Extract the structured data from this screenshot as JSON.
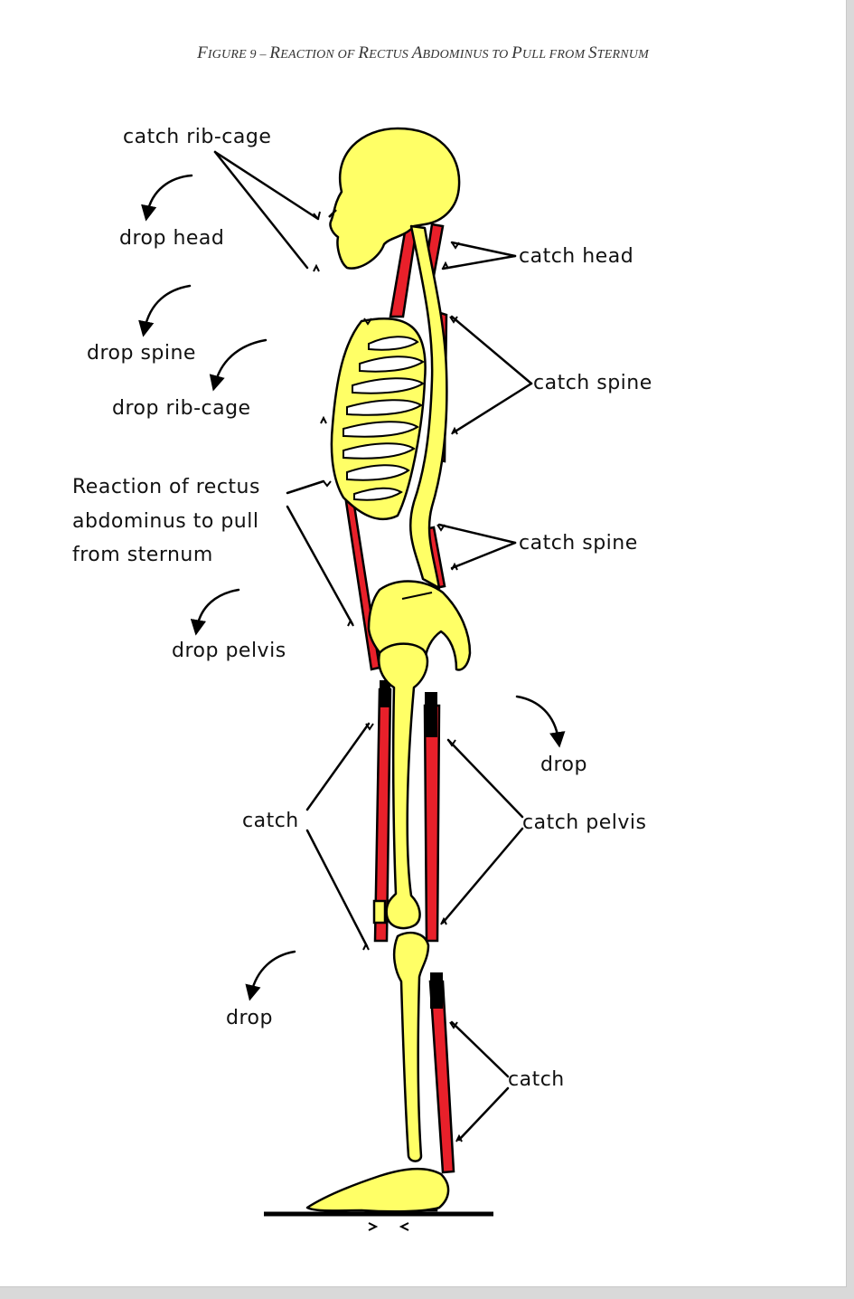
{
  "figure": {
    "title": "Figure 9 – Reaction of Rectus Abdominus to Pull from Sternum",
    "title_parts": {
      "f1": "F",
      "f1s": "igure 9 – ",
      "r1": "R",
      "r1s": "eaction of ",
      "r2": "R",
      "r2s": "ectus ",
      "a1": "A",
      "a1s": "bdominus to ",
      "p1": "P",
      "p1s": "ull from ",
      "s1": "S",
      "s1s": "ternum"
    }
  },
  "labels": {
    "catch_rib_cage": "catch rib-cage",
    "drop_head": "drop head",
    "drop_spine": "drop spine",
    "drop_rib_cage": "drop rib-cage",
    "reaction_line1": "Reaction of rectus",
    "reaction_line2": "abdominus to pull",
    "reaction_line3": "from sternum",
    "drop_pelvis": "drop pelvis",
    "catch_left": "catch",
    "drop_left": "drop",
    "catch_head": "catch head",
    "catch_spine_upper": "catch spine",
    "catch_spine_lower": "catch spine",
    "drop_right": "drop",
    "catch_pelvis": "catch pelvis",
    "catch_right": "catch"
  },
  "colors": {
    "bone": "#ffff66",
    "muscle": "#e8202a",
    "outline": "#000000",
    "page": "#ffffff"
  }
}
